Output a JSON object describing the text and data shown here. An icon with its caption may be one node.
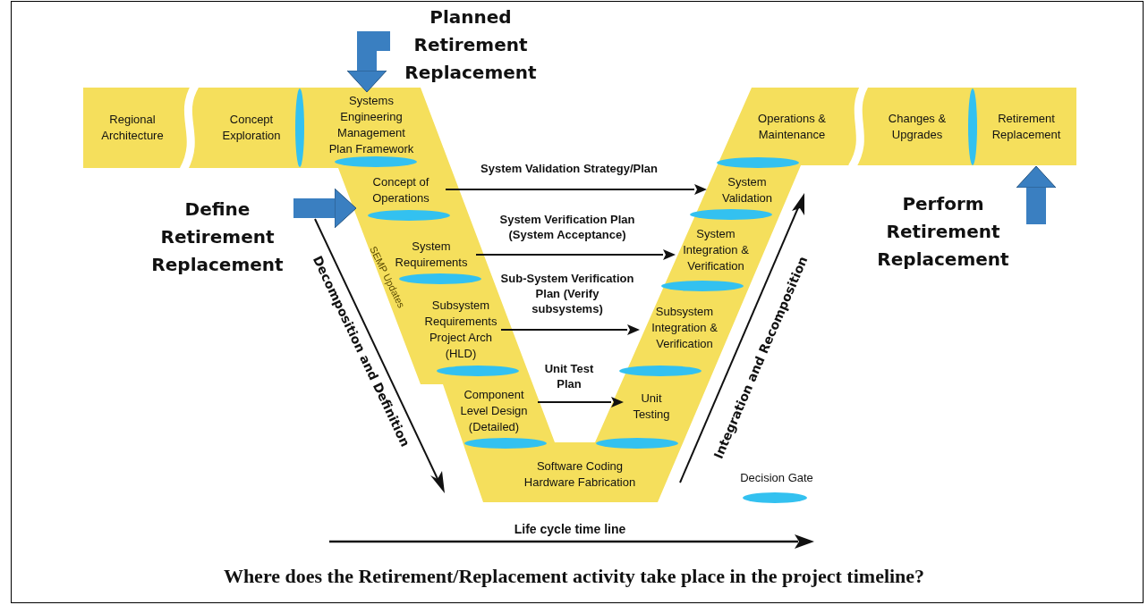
{
  "diagram": {
    "caption": "Where does the Retirement/Replacement activity take place in the project timeline?",
    "nodes": [
      {
        "text": [
          "Regional Architecture"
        ]
      },
      {
        "text": [
          "Concept Exploration"
        ]
      },
      {
        "text": [
          "Systems Engineering Management Plan Framework"
        ]
      },
      {
        "text": [
          "Concept of Operations"
        ]
      },
      {
        "text": [
          "System Requirements"
        ]
      },
      {
        "text": [
          "Subsystem Requirements Project Arch (HLD)"
        ]
      },
      {
        "text": [
          "Component Level Design (Detailed)"
        ]
      },
      {
        "text": [
          "Software Coding Hardware Fabrication"
        ]
      },
      {
        "text": [
          "Unit Testing"
        ]
      },
      {
        "text": [
          "Subsystem Integration & Verification"
        ]
      },
      {
        "text": [
          "System Integration & Verification"
        ]
      },
      {
        "text": [
          "System Validation"
        ]
      },
      {
        "text": [
          "Operations & Maintenance"
        ]
      },
      {
        "text": [
          "Changes & Upgrades"
        ]
      },
      {
        "text": [
          "Retirement Replacement"
        ]
      },
      {
        "text": [
          "Planned Retirement Replacement"
        ]
      },
      {
        "text": [
          "Define Retirement Replacement"
        ]
      },
      {
        "text": [
          "Perform Retirement Replacement"
        ]
      }
    ],
    "edges": [
      {
        "from": 3,
        "to": 11,
        "arrow": "to",
        "label": "System Validation Strategy/Plan"
      },
      {
        "from": 4,
        "to": 10,
        "arrow": "to",
        "label": "System Verification Plan (System Acceptance)"
      },
      {
        "from": 5,
        "to": 9,
        "arrow": "to",
        "label": "Sub-System Verification Plan (Verify subsystems)"
      },
      {
        "from": 6,
        "to": 8,
        "arrow": "to",
        "label": "Unit Test Plan"
      },
      {
        "from": 15,
        "to": 2,
        "arrow": "to",
        "style": "thick",
        "color": "#3a7fc1"
      },
      {
        "from": 16,
        "to": 3,
        "arrow": "to",
        "style": "thick",
        "color": "#3a7fc1"
      },
      {
        "from": 17,
        "to": 14,
        "arrow": "to",
        "style": "thick",
        "color": "#3a7fc1"
      }
    ],
    "labels": [
      "SEMP Updates",
      "Decomposition and Definition",
      "Integration and Recomposition",
      "Life cycle time line"
    ],
    "legend": [
      {
        "text": "Decision Gate",
        "color": "#33c1f0"
      }
    ]
  }
}
